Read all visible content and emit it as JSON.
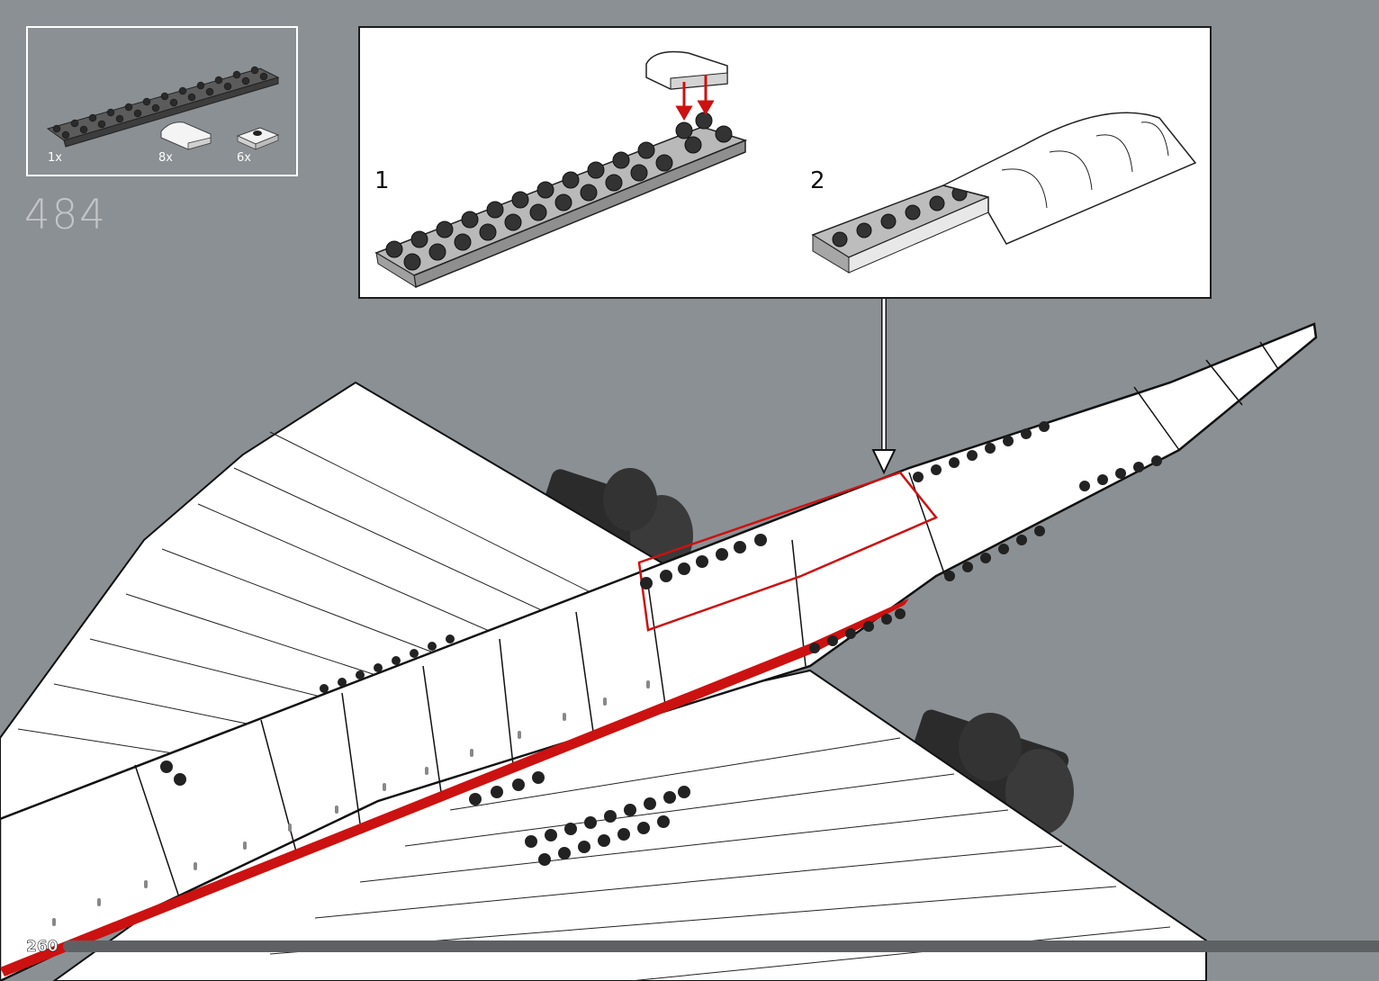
{
  "parts": [
    {
      "icon": "dark-plate-2x12-icon",
      "qty": "1x"
    },
    {
      "icon": "white-curved-slope-icon",
      "qty": "8x"
    },
    {
      "icon": "jumper-plate-icon",
      "qty": "6x"
    }
  ],
  "step_number": "484",
  "substeps": [
    {
      "number": "1",
      "icon": "plate-with-arrows-icon"
    },
    {
      "number": "2",
      "icon": "plate-with-slopes-icon"
    }
  ],
  "page": {
    "number": "260",
    "progress": 0.98
  },
  "colors": {
    "background": "#8b9094",
    "highlight": "#cc1111",
    "plate": "#555555",
    "stud": "#222222"
  }
}
